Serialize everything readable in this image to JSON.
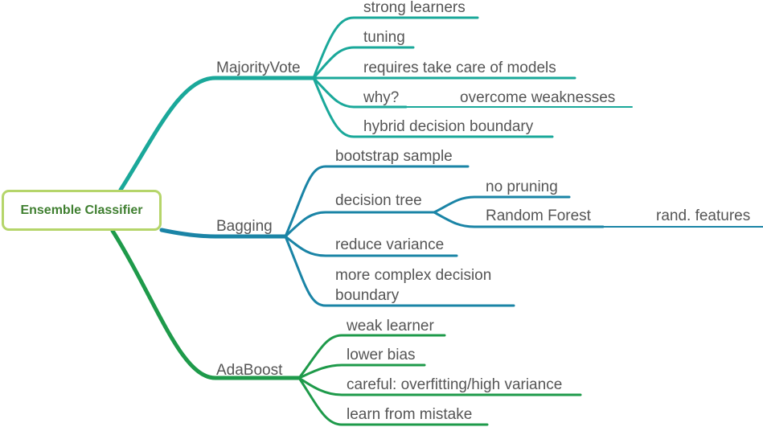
{
  "root": {
    "label": "Ensemble Classifier"
  },
  "colors": {
    "root_border": "#b5d56a",
    "root_text": "#3f7f30",
    "majority_vote": "#1aa89a",
    "bagging": "#1a84a6",
    "adaboost": "#1e9a4a",
    "text": "#555555"
  },
  "branches": {
    "majority_vote": {
      "label": "MajorityVote",
      "children": [
        "strong learners",
        "tuning",
        "requires take care of models",
        "why?",
        "hybrid decision boundary"
      ],
      "why_child": "overcome weaknesses"
    },
    "bagging": {
      "label": "Bagging",
      "children": [
        "bootstrap sample",
        "decision tree",
        "reduce variance",
        "more complex decision",
        "boundary"
      ],
      "decision_tree_children": [
        "no pruning",
        "Random Forest"
      ],
      "random_forest_child": "rand. features"
    },
    "adaboost": {
      "label": "AdaBoost",
      "children": [
        "weak learner",
        "lower bias",
        "careful: overfitting/high variance",
        "learn from mistake"
      ]
    }
  }
}
